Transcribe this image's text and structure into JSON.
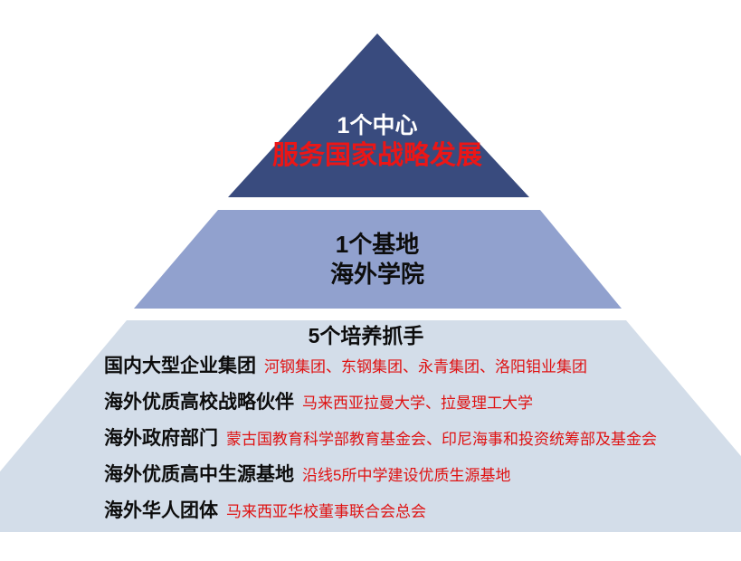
{
  "colors": {
    "tier1_fill": "#394B7E",
    "tier2_fill": "#91A1CE",
    "tier3_fill": "#D3DDE9",
    "red_bright": "#EC1616",
    "red_text": "#DF1212",
    "text_dark": "#0d0d0d",
    "text_white": "#ffffff"
  },
  "pyramid": {
    "tier1": {
      "title": "1个中心",
      "subtitle": "服务国家战略发展"
    },
    "tier2": {
      "line1": "1个基地",
      "line2": "海外学院"
    },
    "tier3": {
      "title": "5个培养抓手",
      "rows": [
        {
          "label": "国内大型企业集团",
          "detail": "河钢集团、东钢集团、永青集团、洛阳钼业集团"
        },
        {
          "label": "海外优质高校战略伙伴",
          "detail": "马来西亚拉曼大学、拉曼理工大学"
        },
        {
          "label": "海外政府部门",
          "detail": "蒙古国教育科学部教育基金会、印尼海事和投资统筹部及基金会"
        },
        {
          "label": "海外优质高中生源基地",
          "detail": "沿线5所中学建设优质生源基地"
        },
        {
          "label": "海外华人团体",
          "detail": "马来西亚华校董事联合会总会"
        }
      ]
    }
  }
}
